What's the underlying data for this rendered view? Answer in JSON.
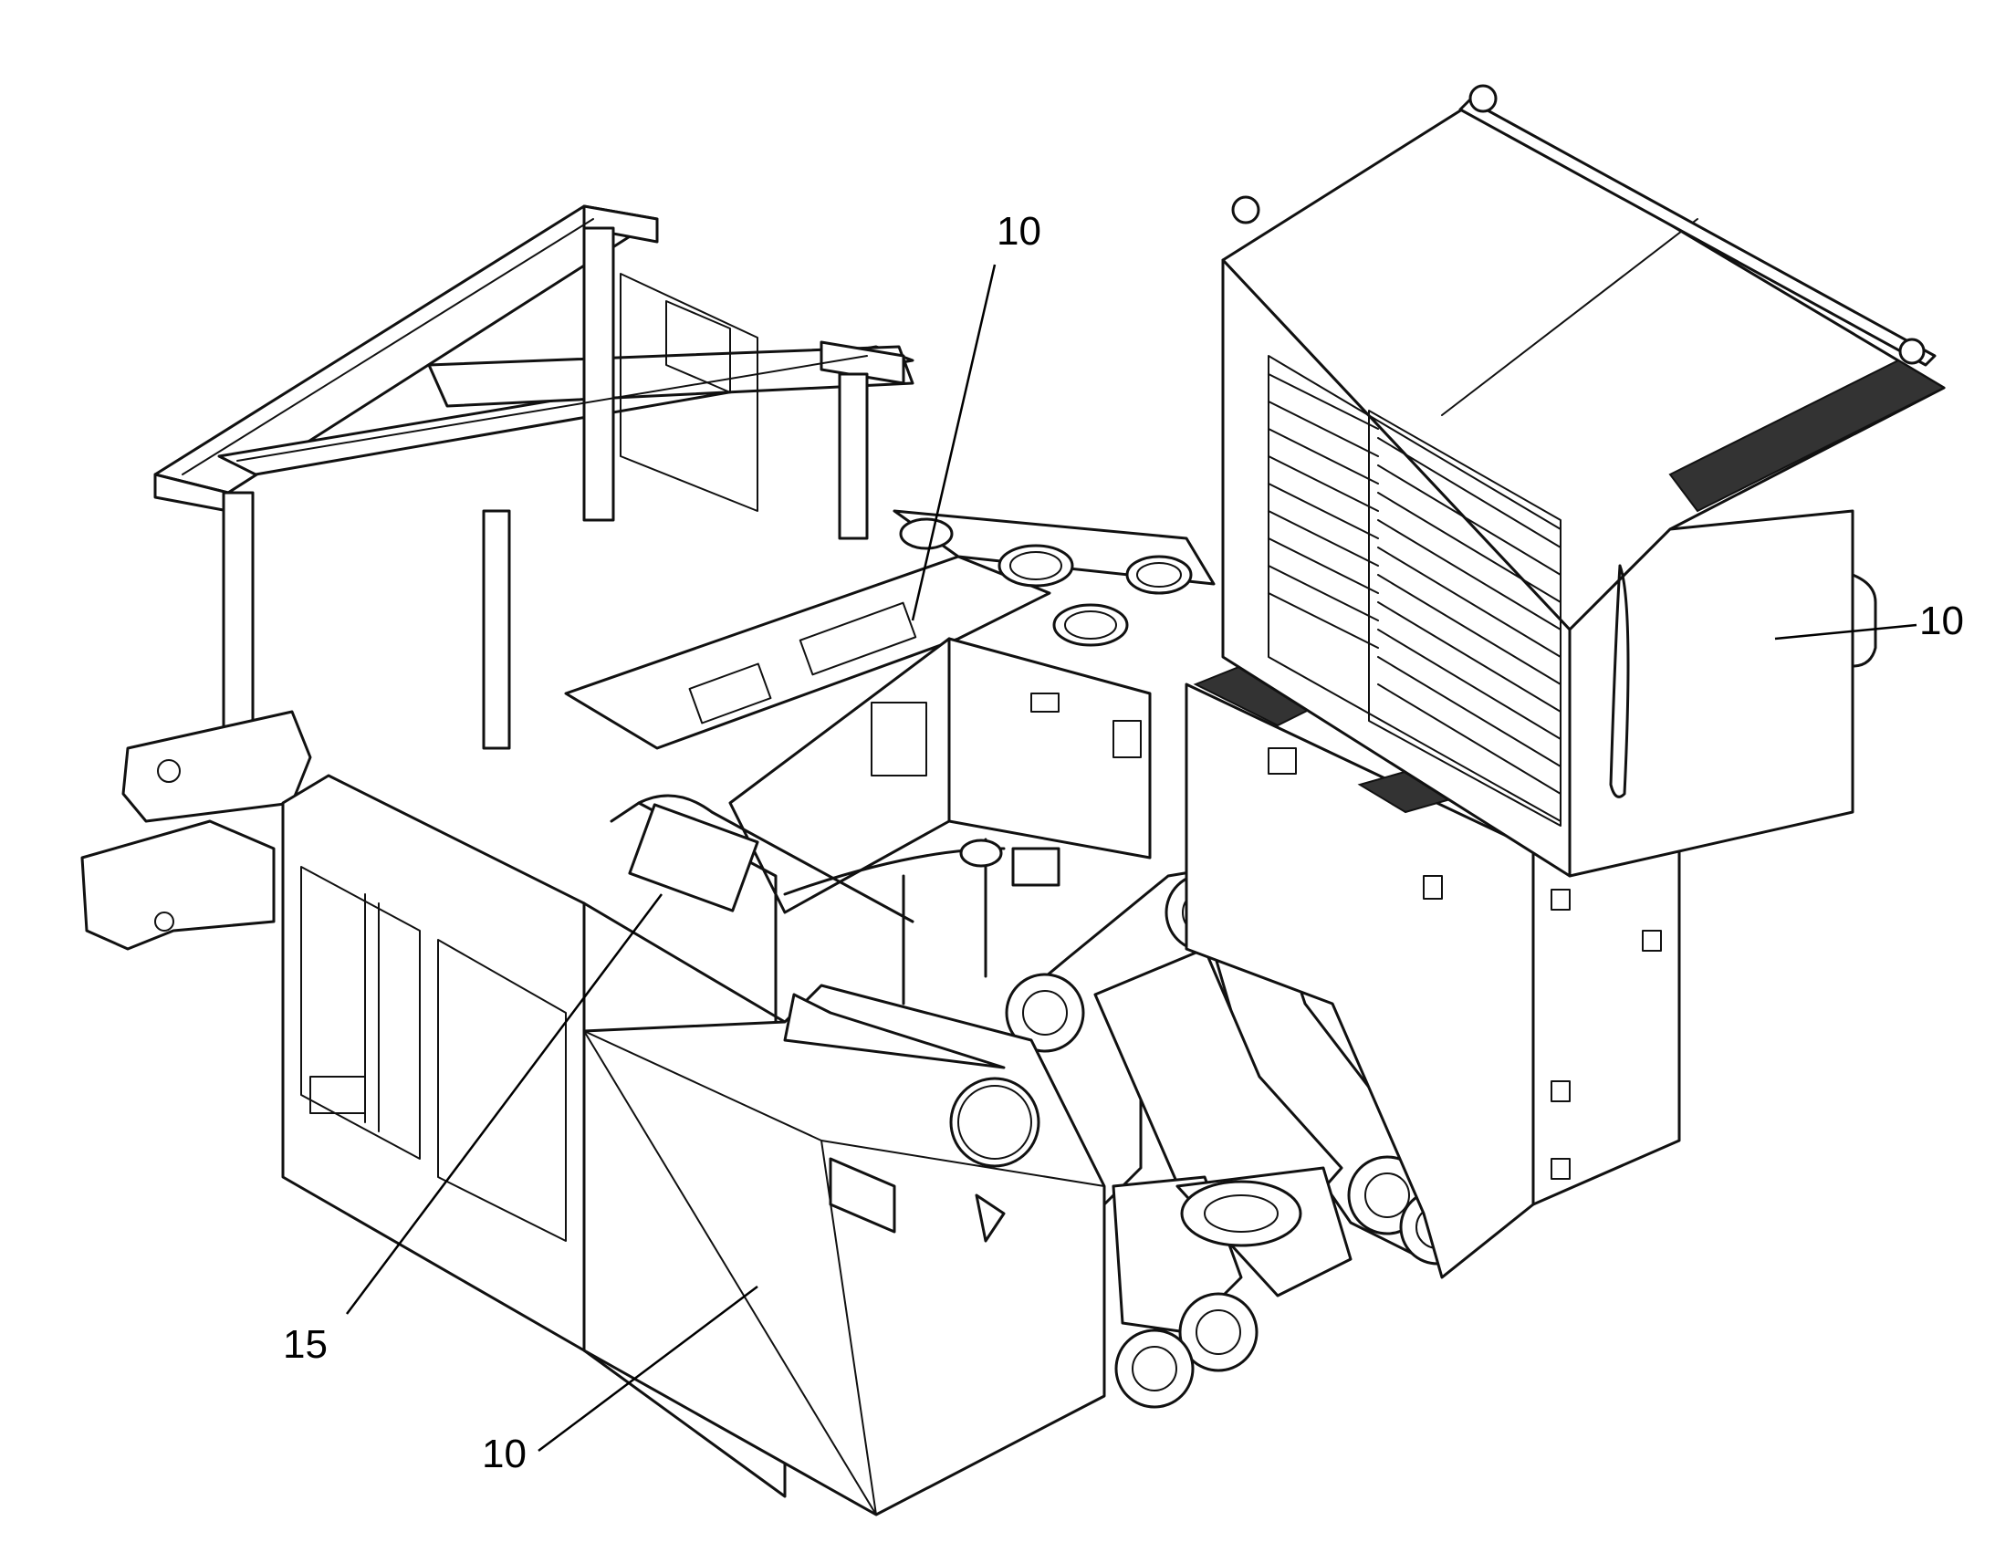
{
  "callouts": [
    {
      "label": "10"
    },
    {
      "label": "10"
    },
    {
      "label": "10"
    },
    {
      "label": "15"
    }
  ]
}
